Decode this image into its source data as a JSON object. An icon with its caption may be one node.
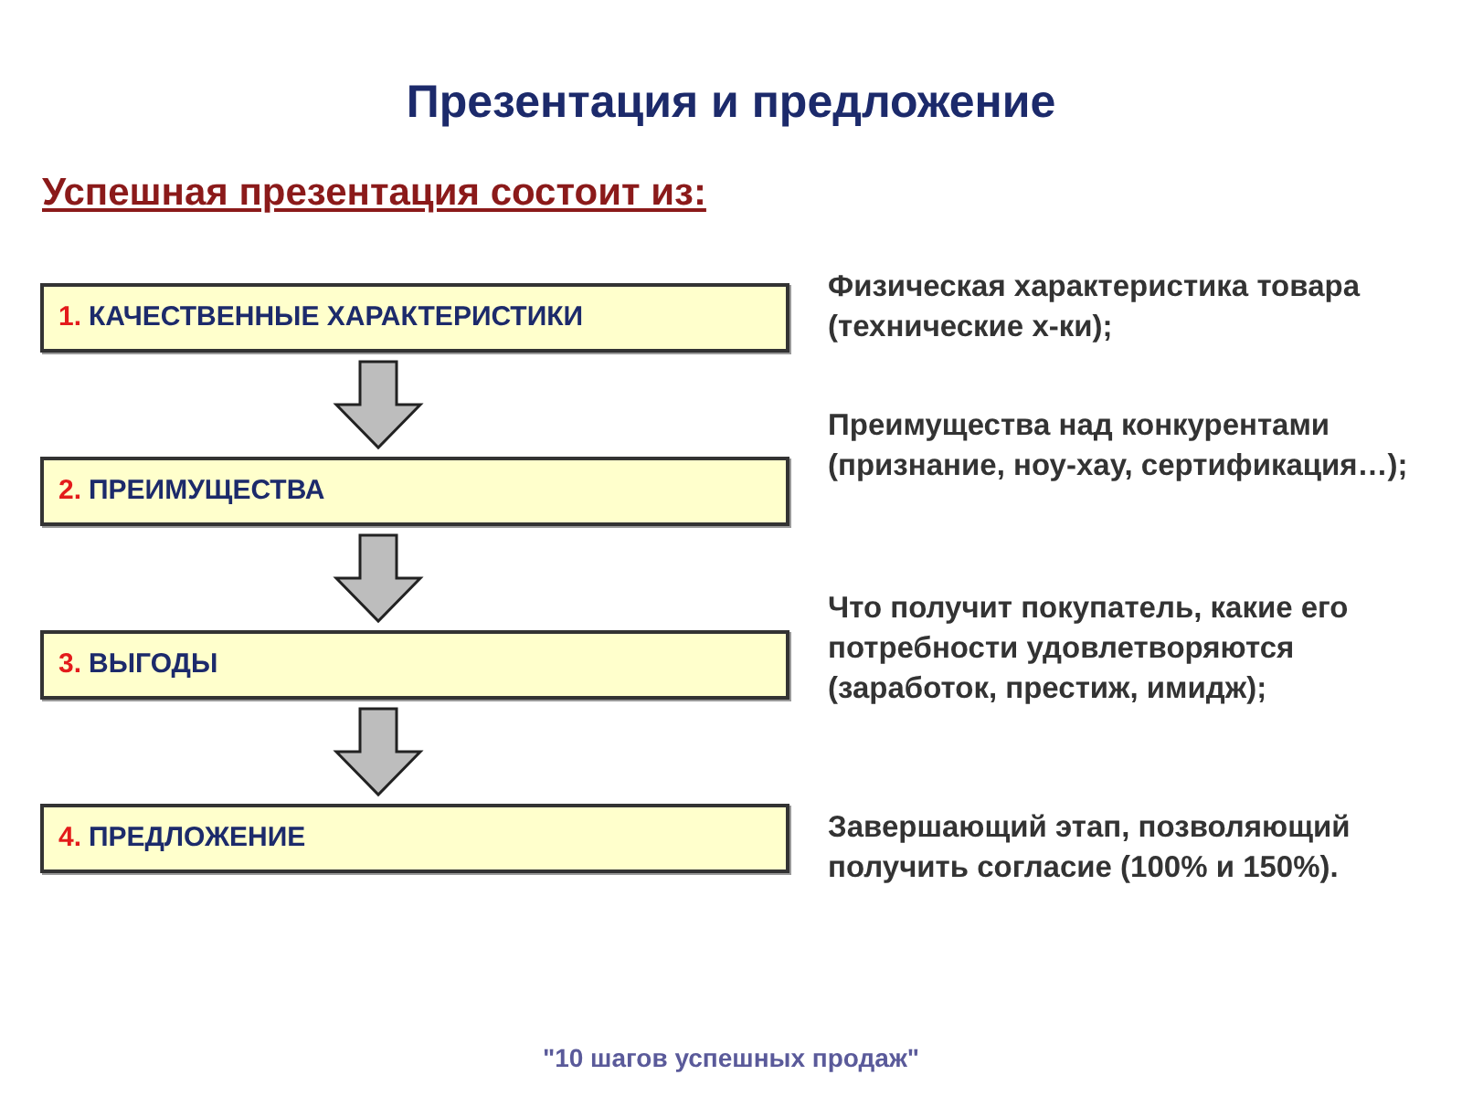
{
  "diagram": {
    "title": "Презентация и предложение",
    "nodes": [
      {
        "text": [
          "1.",
          "КАЧЕСТВЕННЫЕ ХАРАКТЕРИСТИКИ"
        ],
        "beside": [
          "Физическая характеристика товара (технические х-ки);"
        ]
      },
      {
        "text": [
          "2.",
          "ПРЕИМУЩЕСТВА"
        ],
        "beside": [
          "Преимущества над конкурентами (признание, ноу-хау, сертификация…);"
        ]
      },
      {
        "text": [
          "3.",
          "ВЫГОДЫ"
        ],
        "beside": [
          "Что получит покупатель, какие его потребности удовлетворяются (заработок, престиж, имидж);"
        ]
      },
      {
        "text": [
          "4.",
          "ПРЕДЛОЖЕНИЕ"
        ],
        "beside": [
          "Завершающий этап, позволяющий получить согласие (100% и 150%)."
        ]
      }
    ],
    "edges": [
      {
        "from": 0,
        "to": 1,
        "arrow": "to"
      },
      {
        "from": 1,
        "to": 2,
        "arrow": "to"
      },
      {
        "from": 2,
        "to": 3,
        "arrow": "to"
      }
    ],
    "labels": [
      "Успешная презентация состоит из:"
    ],
    "caption": "\"10 шагов успешных продаж\""
  }
}
